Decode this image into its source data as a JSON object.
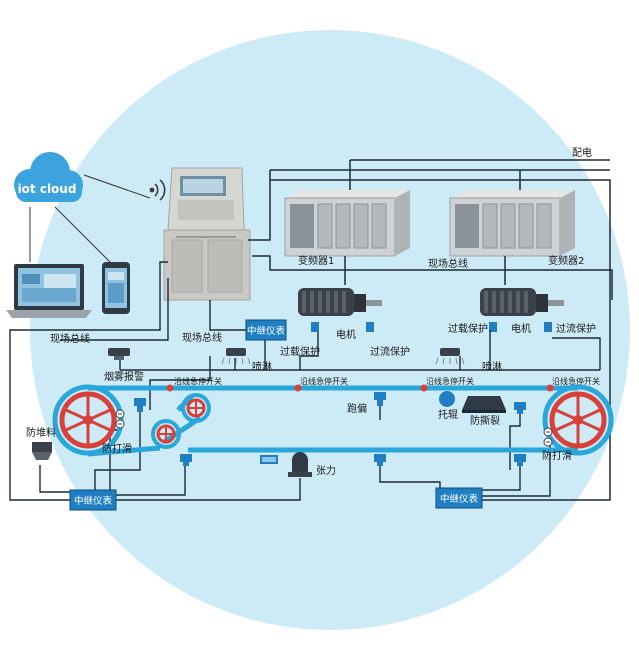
{
  "cloud": {
    "label": "iot cloud"
  },
  "power": {
    "label": "配电"
  },
  "inverters": [
    {
      "label": "变频器1"
    },
    {
      "label": "变频器2"
    }
  ],
  "bus_labels": {
    "field_bus_center": "现场总线",
    "field_bus_left": "现场总线",
    "field_bus_console": "现场总线"
  },
  "relays": [
    {
      "label": "中继仪表"
    },
    {
      "label": "中继仪表"
    },
    {
      "label": "中继仪表"
    }
  ],
  "motors": [
    {
      "label": "电机",
      "overload": "过载保护",
      "overcurrent": "过流保护"
    },
    {
      "label": "电机",
      "overload": "过载保护",
      "overcurrent": "过流保护"
    }
  ],
  "sensors": {
    "smoke_alarm": "烟雾报警",
    "spray_left": "喷淋",
    "spray_right": "喷淋",
    "pull_switch_1": "沿线急停开关",
    "pull_switch_2": "沿线急停开关",
    "pull_switch_3": "沿线急停开关",
    "pull_switch_4": "沿线急停开关",
    "deviation": "跑偏",
    "idler": "托辊",
    "tear": "防撕裂",
    "pile": "防堆料",
    "slip_left": "防打滑",
    "slip_right": "防打滑",
    "tension": "张力"
  },
  "colors": {
    "circle_bg": "#cdeaf7",
    "belt": "#29a6da",
    "wire": "#1c2a36",
    "box": "#1f7fc2",
    "wheel": "#d9403a"
  }
}
